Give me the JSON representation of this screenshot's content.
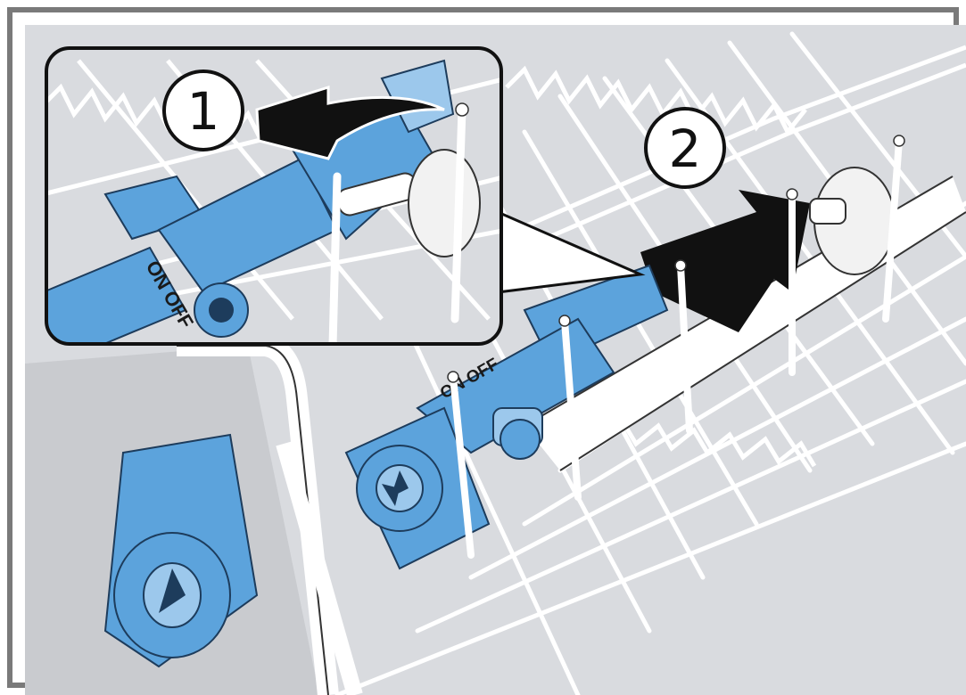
{
  "steps": {
    "step_1": "1",
    "step_2": "2"
  },
  "labels": {
    "valve_label_inset": "ON OFF",
    "valve_label_main": "ON OFF"
  },
  "colors": {
    "frame_border": "#7a7a7a",
    "background": "#d9dbdf",
    "part_blue": "#5ca3dc",
    "part_blue_light": "#9cc8ec",
    "arrow": "#111111",
    "wire": "#ffffff"
  },
  "icons": {
    "rotate_arrow": "curved-arrow-left-icon",
    "pull_arrow": "arrow-down-right-icon"
  }
}
